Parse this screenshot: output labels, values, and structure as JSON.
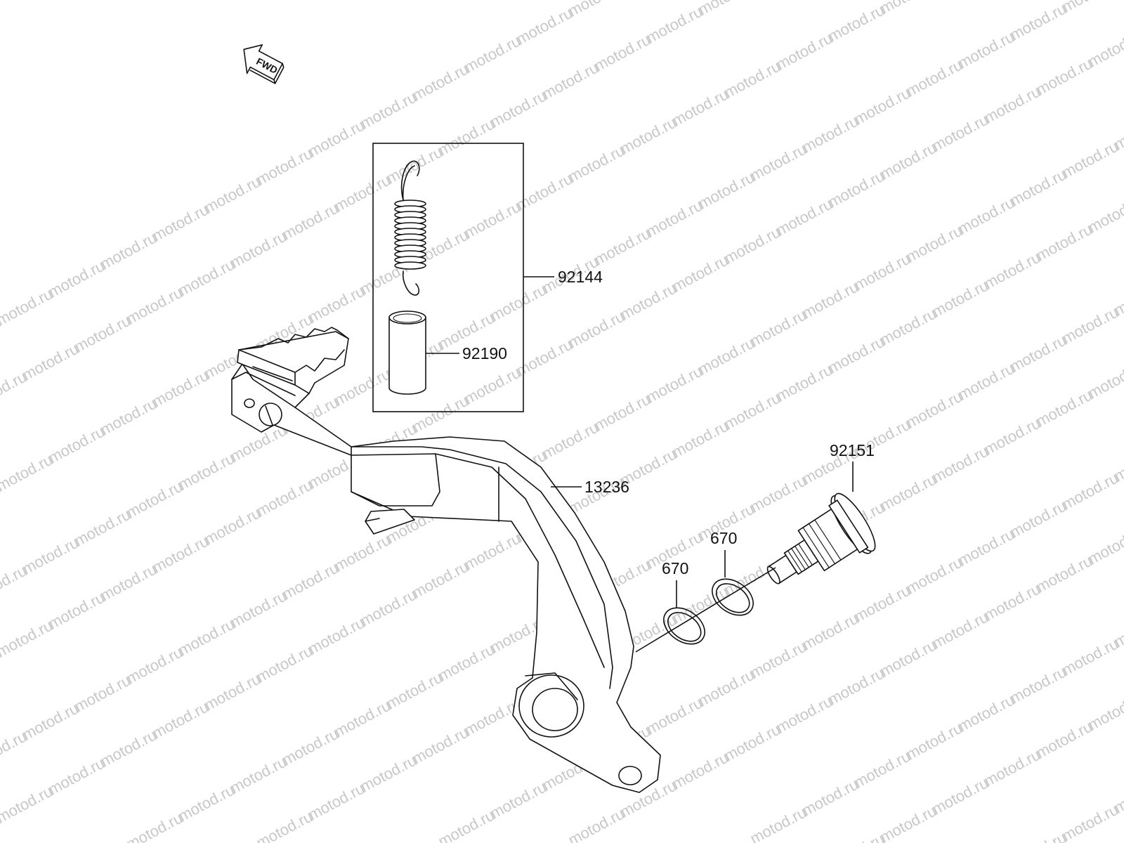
{
  "watermark": {
    "text": "motod.ru",
    "color": "#c8c8c8"
  },
  "direction_indicator": {
    "label": "FWD"
  },
  "callouts": {
    "spring": "92144",
    "collar": "92190",
    "pedal": "13236",
    "pivot_bolt": "92151",
    "oring_left": "670",
    "oring_right": "670"
  }
}
